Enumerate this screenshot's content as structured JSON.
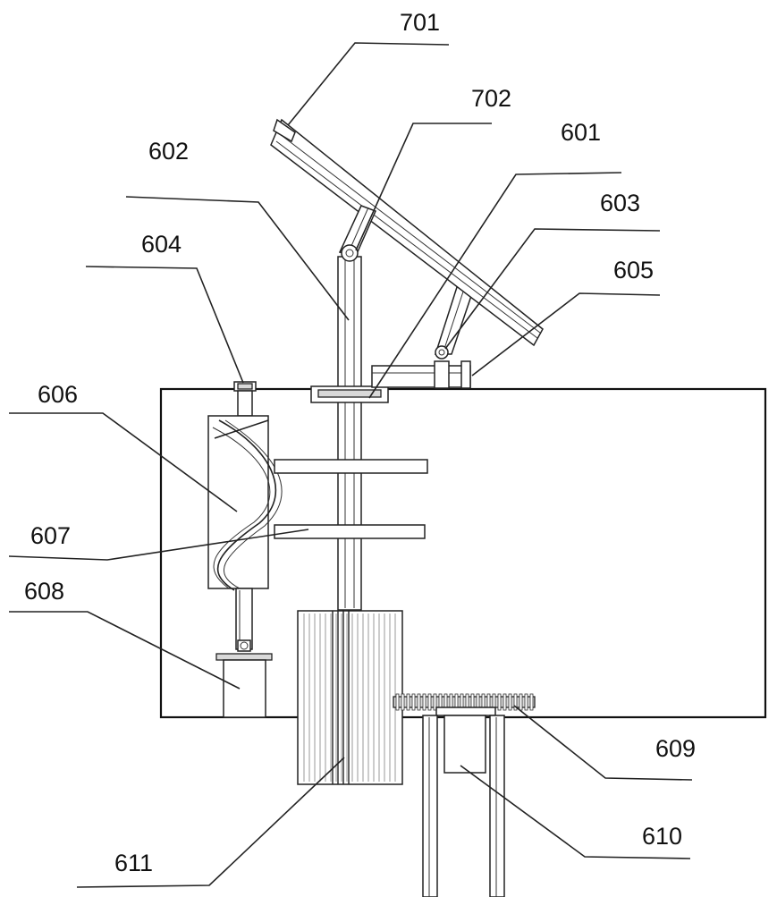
{
  "labels": {
    "l701": "701",
    "l702": "702",
    "l601": "601",
    "l602": "602",
    "l603": "603",
    "l604": "604",
    "l605": "605",
    "l606": "606",
    "l607": "607",
    "l608": "608",
    "l609": "609",
    "l610": "610",
    "l611": "611"
  }
}
